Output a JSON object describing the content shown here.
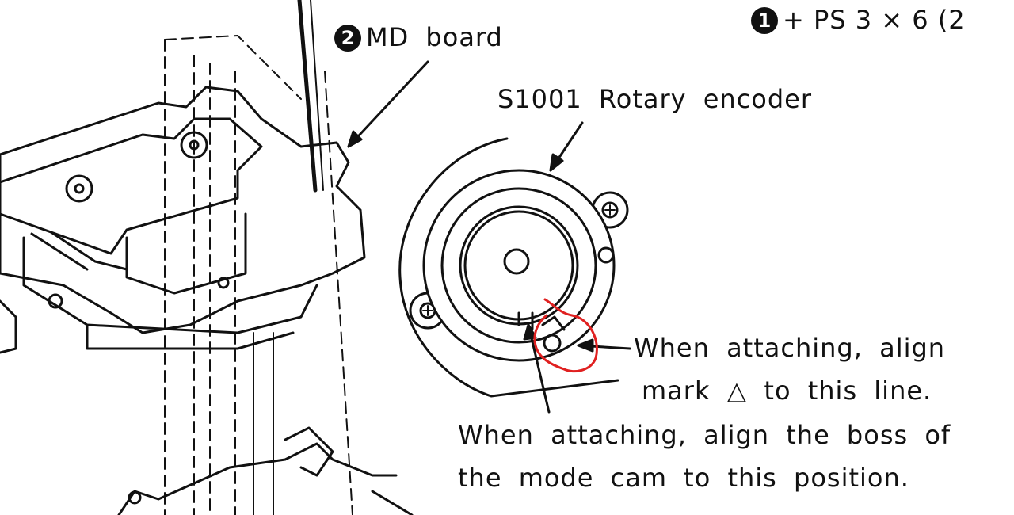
{
  "labels": {
    "step1_marker": "1",
    "step1_text": "+ PS 3 × 6 (2",
    "step2_marker": "2",
    "step2_text": "MD board",
    "encoder": "S1001 Rotary encoder",
    "align_mark_line1": "When attaching, align",
    "align_mark_line2": "mark △ to this line.",
    "align_boss_line1": "When attaching, align the boss of",
    "align_boss_line2": "the mode cam to this position."
  },
  "colors": {
    "line_art": "#111111",
    "highlight_circle": "#e02020",
    "background": "#ffffff"
  }
}
